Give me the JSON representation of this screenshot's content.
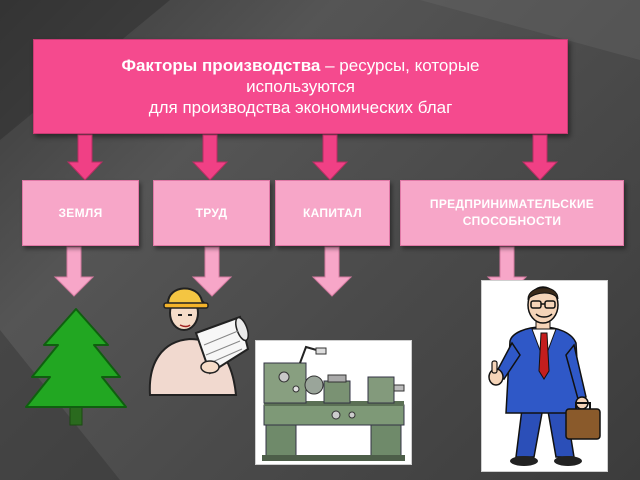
{
  "header": {
    "term": "Факторы производства",
    "dash_text": " – ресурсы, которые",
    "line2": "используются",
    "line3": "для производства экономических благ"
  },
  "factors": [
    {
      "label": "ЗЕМЛЯ"
    },
    {
      "label": "ТРУД"
    },
    {
      "label": "КАПИТАЛ"
    },
    {
      "label_line1": "ПРЕДПРИНИМАТЕЛЬСКИЕ",
      "label_line2": "СПОСОБНОСТИ"
    }
  ],
  "illustrations": [
    "fir-tree",
    "worker-with-blueprint",
    "lathe-machine",
    "businessman"
  ],
  "colors": {
    "header_bg": "#f54a8e",
    "factor_bg": "#f7a6c8",
    "arrow_top": "#f04085",
    "arrow_bottom": "#f7a6c8",
    "tree": "#22a722"
  }
}
